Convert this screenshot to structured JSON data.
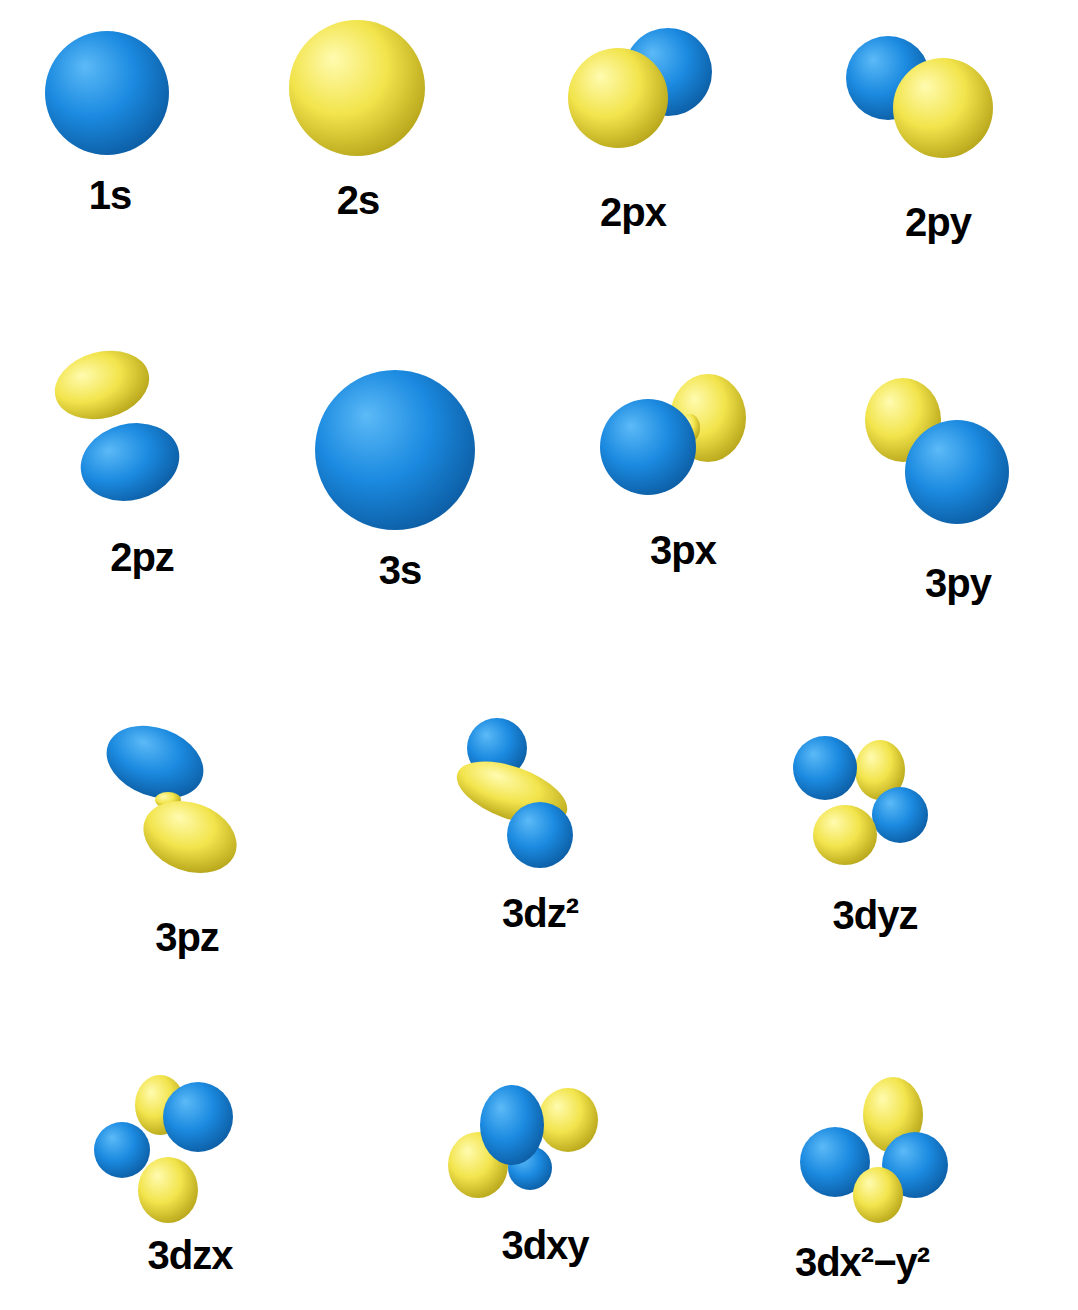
{
  "diagram": {
    "labels": [
      "1s",
      "2s",
      "2px",
      "2py",
      "2pz",
      "3s",
      "3px",
      "3py",
      "3pz",
      "3dz²",
      "3dyz",
      "3dzx",
      "3dxy",
      "3dx²−y²"
    ]
  }
}
